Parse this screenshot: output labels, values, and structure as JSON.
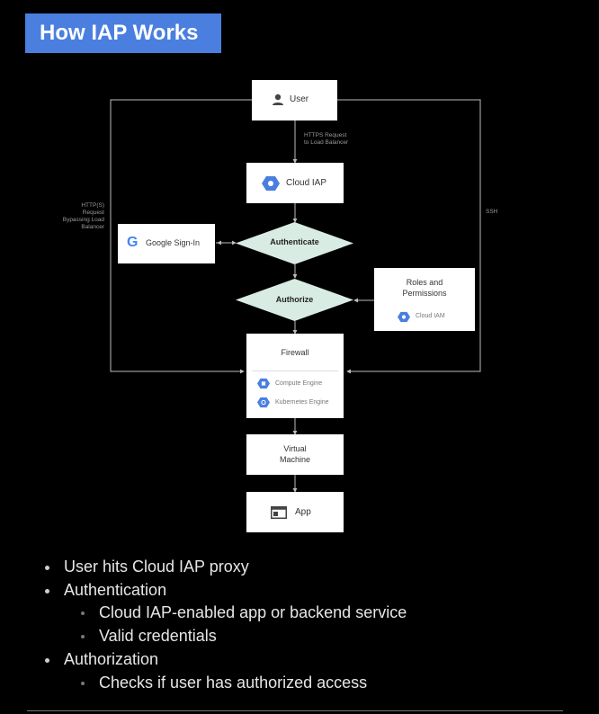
{
  "title": "How IAP Works",
  "diagram": {
    "user": "User",
    "https_request": "HTTPS Request\nto Load Balancer",
    "cloud_iap": "Cloud IAP",
    "left_edge_label": "HTTP(S)\nRequest\nBypassing Load\nBalancer",
    "right_edge_label": "SSH",
    "google_signin": "Google Sign-In",
    "authenticate": "Authenticate",
    "authorize": "Authorize",
    "roles_title": "Roles and\nPermissions",
    "cloud_iam": "Cloud IAM",
    "firewall": "Firewall",
    "compute_engine": "Compute Engine",
    "kubernetes_engine": "Kubernetes Engine",
    "vm": "Virtual\nMachine",
    "app": "App"
  },
  "bullets": [
    {
      "level": 1,
      "text": "User hits Cloud IAP proxy"
    },
    {
      "level": 1,
      "text": "Authentication"
    },
    {
      "level": 2,
      "text": "Cloud IAP-enabled app or backend service"
    },
    {
      "level": 2,
      "text": "Valid credentials"
    },
    {
      "level": 1,
      "text": "Authorization"
    },
    {
      "level": 2,
      "text": "Checks if user has authorized access"
    }
  ],
  "colors": {
    "accent": "#4a7fe0",
    "diamond": "#d9ece4",
    "gcp_hex": "#4a7fe0"
  }
}
